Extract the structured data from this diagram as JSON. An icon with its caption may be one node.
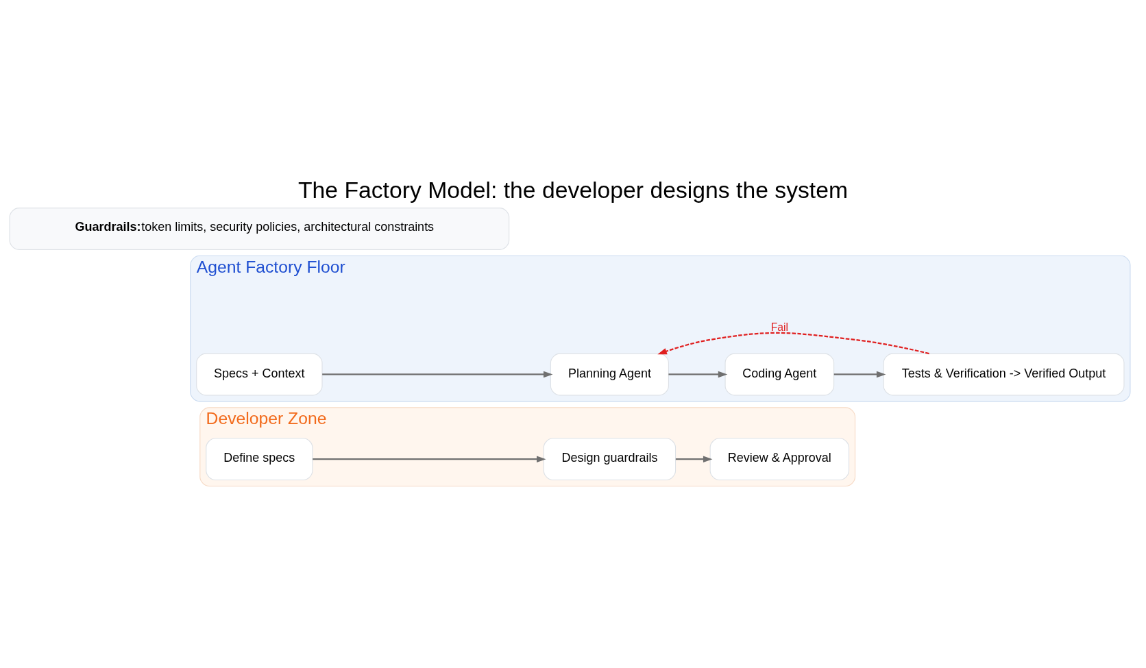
{
  "diagram": {
    "title": "The Factory Model: the developer designs the system",
    "nodes": [
      {
        "text": [
          "Developer Zone"
        ]
      },
      {
        "text": [
          "Define specs"
        ],
        "in": 0
      },
      {
        "text": [
          "Design guardrails"
        ],
        "in": 0
      },
      {
        "text": [
          "Review & Approval"
        ],
        "in": 0
      },
      {
        "text": [
          "Agent Factory Floor"
        ]
      },
      {
        "text": [
          "Specs + Context"
        ],
        "in": 4
      },
      {
        "text": [
          "Planning Agent"
        ],
        "in": 4
      },
      {
        "text": [
          "Coding Agent"
        ],
        "in": 4
      },
      {
        "text": [
          "Tests & Verification -> Verified Output"
        ],
        "in": 4
      },
      {
        "text": [
          "Guardrails:",
          "token limits, security policies, architectural constraints"
        ]
      }
    ],
    "edges": [
      {
        "from": 1,
        "to": 2,
        "arrow": "to"
      },
      {
        "from": 2,
        "to": 3,
        "arrow": "to"
      },
      {
        "from": 5,
        "to": 6,
        "arrow": "to"
      },
      {
        "from": 6,
        "to": 7,
        "arrow": "to"
      },
      {
        "from": 7,
        "to": 8,
        "arrow": "to"
      },
      {
        "from": 8,
        "to": 6,
        "arrow": "to",
        "label": "Fail",
        "style": "dashed",
        "color": "#e02020"
      }
    ]
  }
}
